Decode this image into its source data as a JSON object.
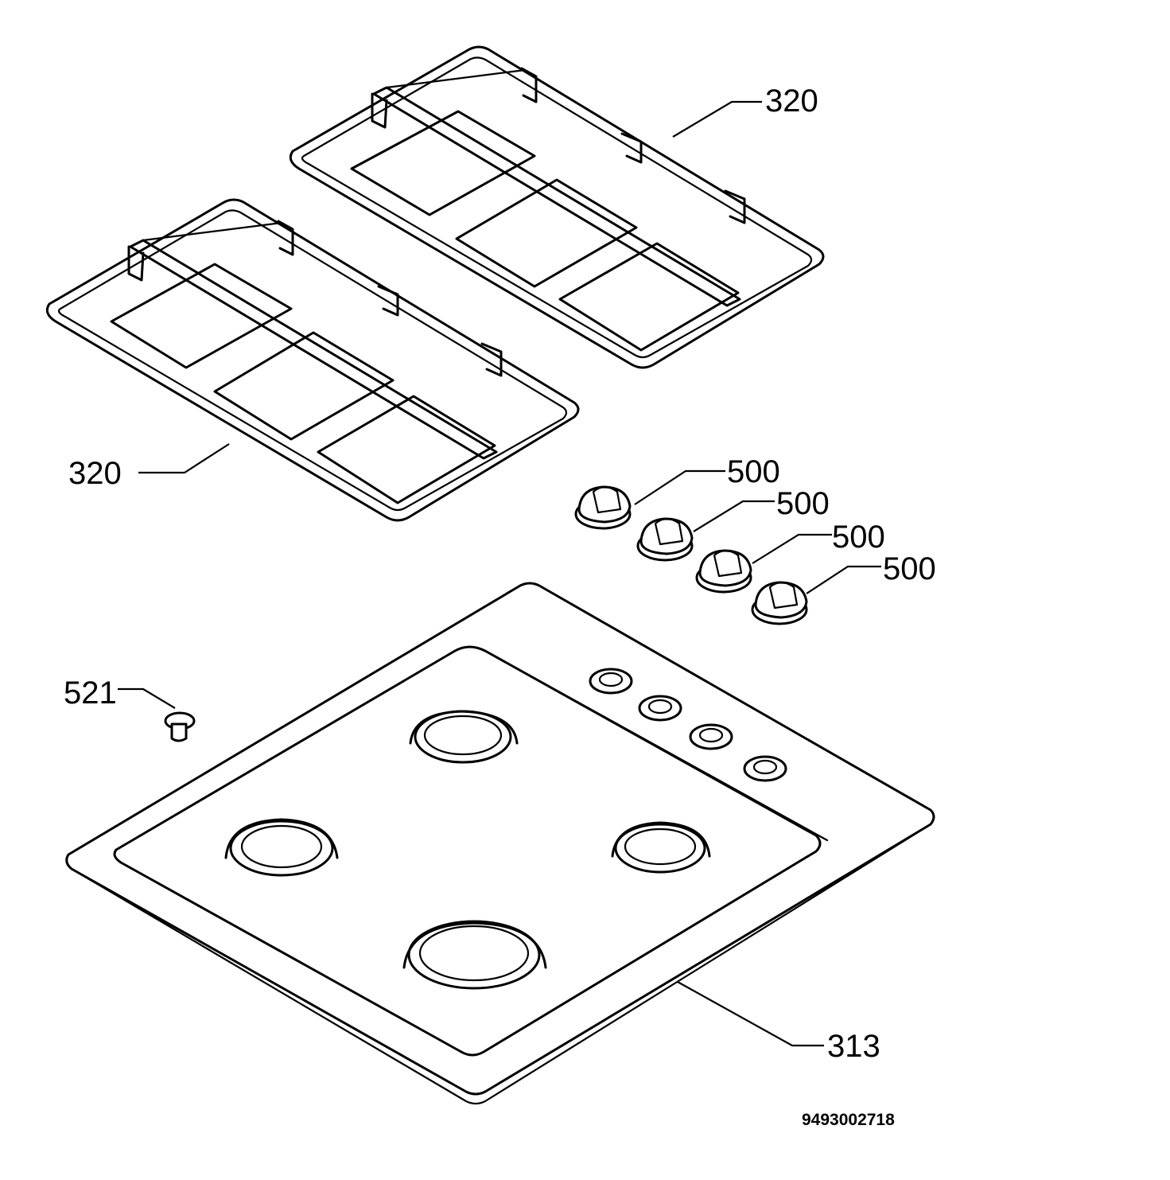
{
  "labels": {
    "grate_top": "320",
    "grate_left": "320",
    "knob_1": "500",
    "knob_2": "500",
    "knob_3": "500",
    "knob_4": "500",
    "screw": "521",
    "hob": "313"
  },
  "drawing_number": "9493002718"
}
